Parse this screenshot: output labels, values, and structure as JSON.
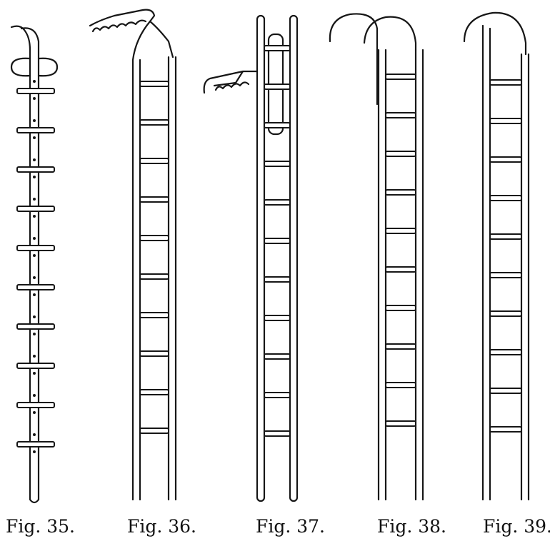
{
  "figures": [
    {
      "id": "fig-35",
      "caption": "Fig. 35."
    },
    {
      "id": "fig-36",
      "caption": "Fig. 36."
    },
    {
      "id": "fig-37",
      "caption": "Fig. 37."
    },
    {
      "id": "fig-38",
      "caption": "Fig. 38."
    },
    {
      "id": "fig-39",
      "caption": "Fig. 39."
    }
  ],
  "colors": {
    "ink": "#161616",
    "paper": "#ffffff"
  }
}
